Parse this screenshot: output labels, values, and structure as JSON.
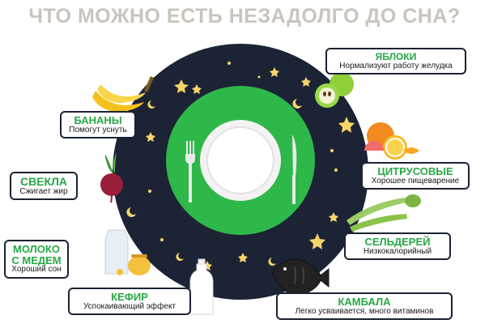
{
  "title": "ЧТО МОЖНО ЕСТЬ НЕЗАДОЛГО ДО СНА?",
  "colors": {
    "night": "#1c2335",
    "green": "#2fb84a",
    "label_green": "#27a845",
    "title_grey": "#c9c4bc",
    "border": "#1b2233"
  },
  "items": [
    {
      "title": "ЯБЛОКИ",
      "desc": "Нормализуют работу желудка"
    },
    {
      "title": "БАНАНЫ",
      "desc": "Помогут уснуть"
    },
    {
      "title": "ЦИТРУСОВЫЕ",
      "desc": "Хорошее пищеварение"
    },
    {
      "title": "СВЕКЛА",
      "desc": "Сжигает жир"
    },
    {
      "title": "СЕЛЬДЕРЕЙ",
      "desc": "Низкокалорийный"
    },
    {
      "title": "МОЛОКО С МЕДЕМ",
      "desc": "Хороший сон"
    },
    {
      "title": "КЕФИР",
      "desc": "Успокаивающий эффект"
    },
    {
      "title": "КАМБАЛА",
      "desc": "Легко усваивается, много витаминов"
    }
  ]
}
